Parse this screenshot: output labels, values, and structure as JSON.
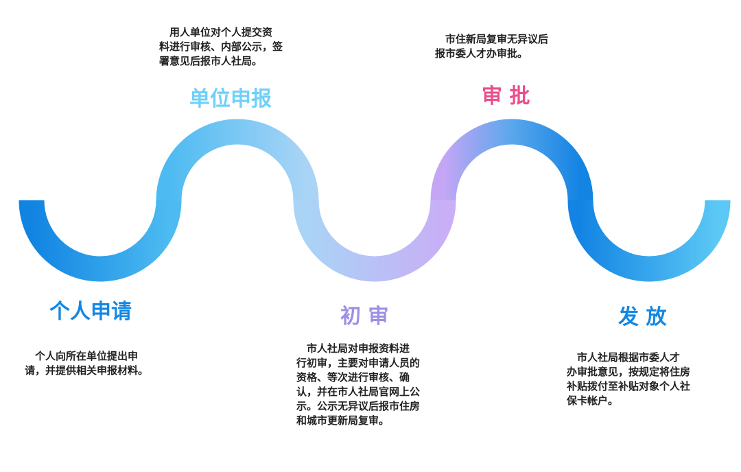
{
  "colors": {
    "blue_dark": "#1387e3",
    "blue_light": "#6fd0f7",
    "lavender": "#c5b1f6",
    "purple": "#b59af3",
    "pink_title": "#e94f8c",
    "purple_title": "#9f8ee6"
  },
  "steps": [
    {
      "title": "个人申请",
      "title_color": "#1387e3",
      "desc_lines": [
        "个人向所在单位提出申",
        "请，并提供相关申报材料。"
      ]
    },
    {
      "title": "单位申报",
      "title_color": "#6fd0f7",
      "desc_lines": [
        "用人单位对个人提交资",
        "料进行审核、内部公示，签",
        "署意见后报市人社局。"
      ]
    },
    {
      "title": "初  审",
      "title_color": "#9f8ee6",
      "desc_lines": [
        "市人社局对申报资料进",
        "行初审，主要对申请人员的",
        "资格、等次进行审核、确",
        "认，并在市人社局官网上公",
        "示。公示无异议后报市住房",
        "和城市更新局复审。"
      ]
    },
    {
      "title": "审  批",
      "title_color": "#e94f8c",
      "desc_lines": [
        "市住新局复审无异议后",
        "报市委人才办审批。"
      ]
    },
    {
      "title": "发  放",
      "title_color": "#1387e3",
      "desc_lines": [
        "市人社局根据市委人才",
        "办审批意见，按规定将住房",
        "补贴拨付至补贴对象个人社",
        "保卡帐户。"
      ]
    }
  ]
}
